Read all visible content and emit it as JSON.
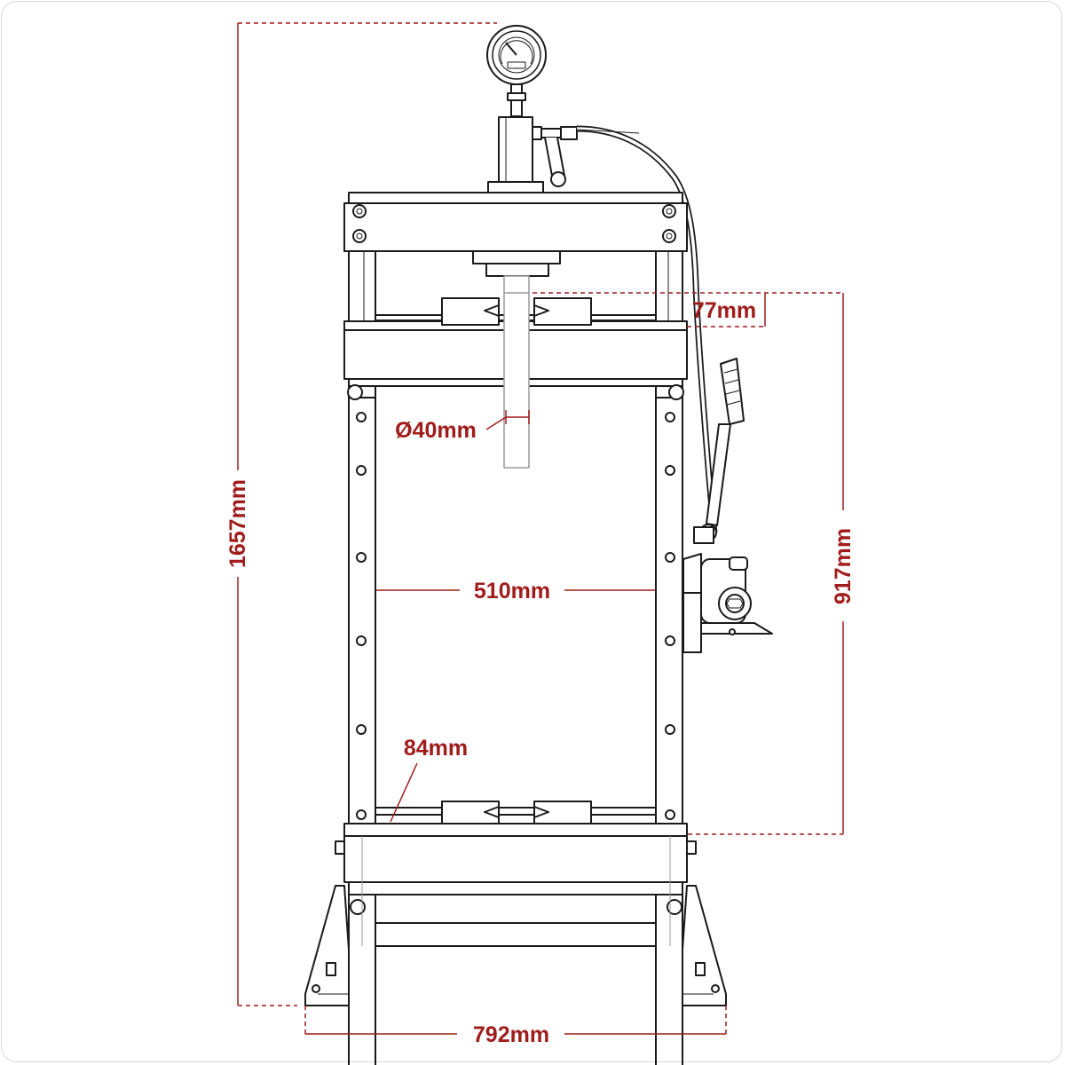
{
  "colors": {
    "dimension": "#a01c1c",
    "outline": "#1a1a1a",
    "border": "#d8d8d8"
  },
  "dimensions": {
    "overall_height": "1657mm",
    "overall_width": "792mm",
    "working_height": "917mm",
    "inner_width": "510mm",
    "ram_diameter": "Ø40mm",
    "ram_stroke": "77mm",
    "bed_depth": "84mm"
  },
  "components": [
    "pressure-gauge",
    "hydraulic-ram",
    "hydraulic-hose",
    "pump-handle",
    "hand-pump",
    "press-frame",
    "press-beds",
    "support-feet"
  ]
}
